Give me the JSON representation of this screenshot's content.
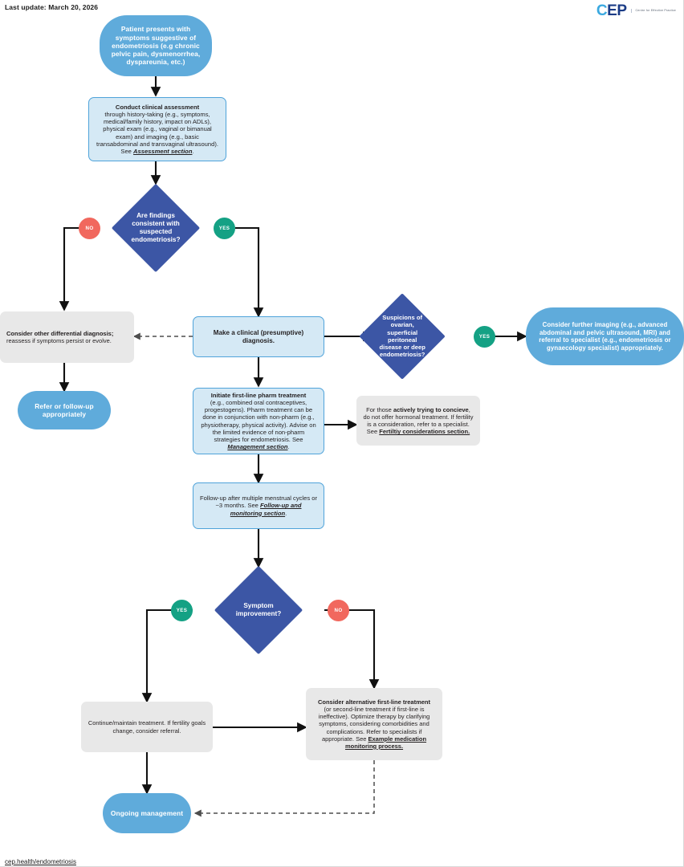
{
  "meta": {
    "last_update": "Last update: March 20, 2026",
    "footer_url": "cep.health/endometriosis"
  },
  "logo": {
    "mark": "CEP",
    "subtitle": "Centre for Effective Practice"
  },
  "colors": {
    "pill_blue": "#5fabdb",
    "box_blue_fill": "#d5e9f5",
    "box_blue_border": "#4fa3da",
    "box_grey_fill": "#e8e8e8",
    "diamond_blue": "#3c56a5",
    "badge_yes_green": "#14a184",
    "badge_no_red": "#f1685e",
    "connector_black": "#111111",
    "connector_dashed_grey": "#4d4d4d"
  },
  "badges": {
    "yes": "YES",
    "no": "NO"
  },
  "nodes": {
    "patient_presents": {
      "type": "pill",
      "text": "Patient presents with symptoms suggestive of endometriosis (e.g chronic pelvic pain, dysmenorrhea, dyspareunia, etc.)"
    },
    "conduct_assessment": {
      "type": "box-blue",
      "title": "Conduct clinical assessment",
      "body": "through history-taking (e.g., symptoms, medical/family history, impact on ADLs), physical exam (e.g., vaginal or bimanual exam) and imaging (e.g., basic transabdominal and transvaginal ultrasound). See ",
      "link": "Assessment section",
      "tail": "."
    },
    "decision_findings": {
      "type": "diamond",
      "text": "Are findings consistent with suspected endometriosis?"
    },
    "differential_diagnosis": {
      "type": "box-grey",
      "title": "Consider other differential diagnosis;",
      "body": "reassess if symptoms persist or evolve."
    },
    "refer_followup": {
      "type": "pill",
      "text": "Refer or follow-up appropriately"
    },
    "clinical_diagnosis": {
      "type": "box-blue",
      "title": "Make a clinical (presumptive) diagnosis."
    },
    "decision_suspicions": {
      "type": "diamond",
      "text": "Suspicions of ovarian, superficial peritoneal disease or deep endometriosis?"
    },
    "further_imaging": {
      "type": "pill",
      "text": "Consider further imaging (e.g., advanced abdominal and pelvic ultrasound, MRI) and referral to specialist (e.g., endometriosis or gynaecology specialist) appropriately."
    },
    "first_line_pharm": {
      "type": "box-blue",
      "title": "Initiate first-line pharm treatment",
      "body": "(e.g., combined oral contraceptives, progestogens). Pharm treatment can be done in conjunction with non-pharm (e.g., physiotherapy, physical activity). Advise on the limited evidence of non-pharm strategies for endometriosis. See ",
      "link": "Management section",
      "tail": "."
    },
    "fertility_note": {
      "type": "box-grey",
      "lead": "For those ",
      "bold": "actively trying to concieve",
      "body": ", do not offer hormonal treatment. If fertility is a consideration, refer to a specialist. See ",
      "link": "Fertiltiy considerations section."
    },
    "followup_monitoring": {
      "type": "box-blue",
      "body": "Follow-up after multiple menstrual cycles or ~3 months. See ",
      "link": "Follow-up and monitoring section",
      "tail": "."
    },
    "decision_symptom": {
      "type": "diamond",
      "text": "Symptom improvement?"
    },
    "continue_treatment": {
      "type": "box-grey",
      "body": "Continue/maintain treatment. If fertility goals change, consider referral."
    },
    "alternative_treatment": {
      "type": "box-grey",
      "title": "Consider alternative first-line treatment",
      "body": "(or second-line treatment if first-line is ineffective). Optimize therapy by clarifying symptoms, considering comorbidities and complications. Refer to specialists if appropriate. See ",
      "link": "Example medication monitoring process."
    },
    "ongoing_management": {
      "type": "pill",
      "text": "Ongoing management"
    }
  }
}
